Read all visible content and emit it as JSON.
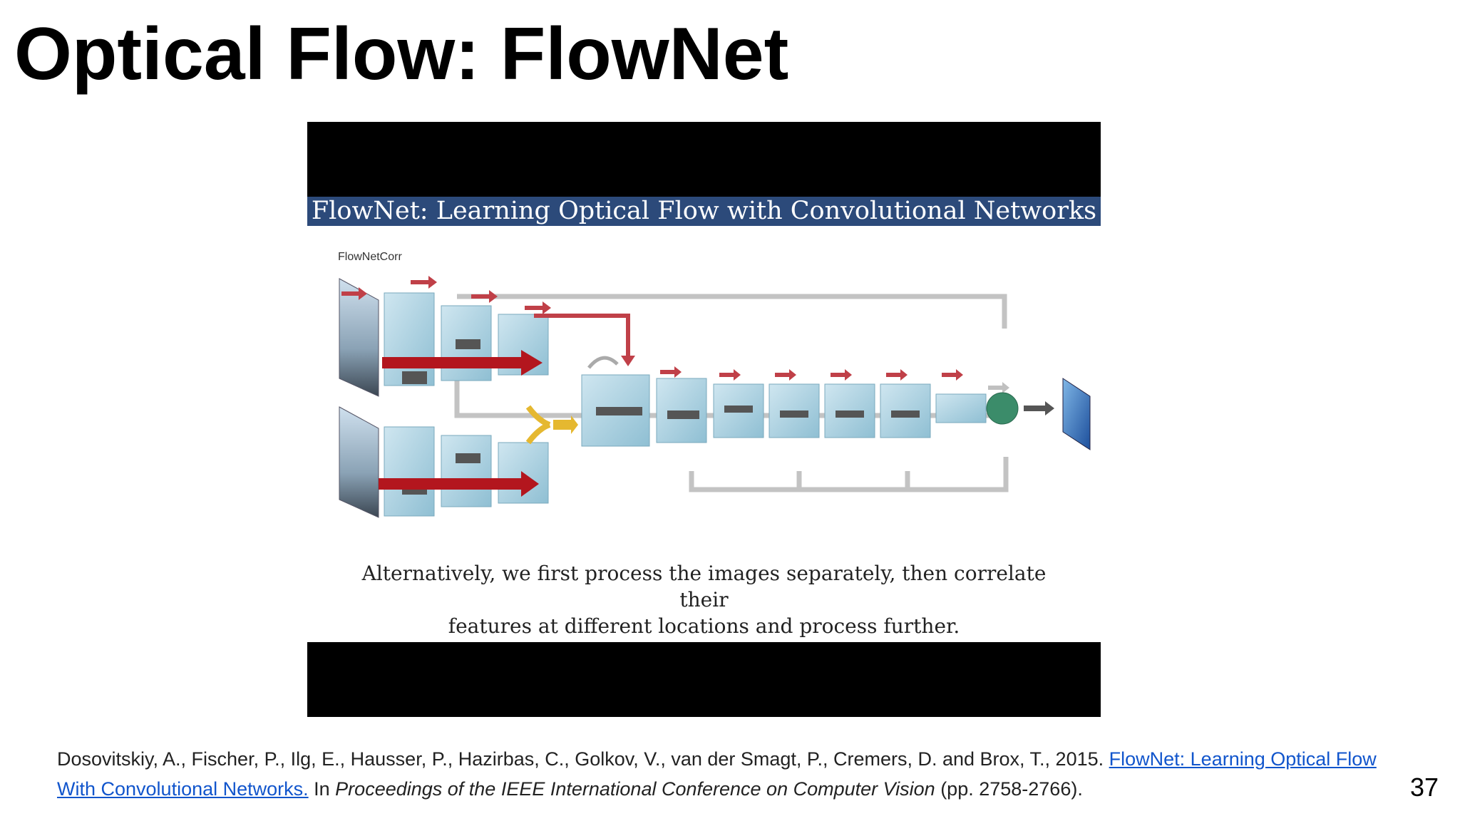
{
  "slide": {
    "title": "Optical Flow: FlowNet",
    "page_number": "37"
  },
  "video": {
    "banner_title": "FlowNet: Learning Optical Flow with Convolutional Networks",
    "diagram_label": "FlowNetCorr",
    "caption_line1": "Alternatively, we first process the images separately, then correlate their",
    "caption_line2": "features at different locations and process further."
  },
  "reference": {
    "authors": "Dosovitskiy, A., Fischer, P., Ilg, E., Hausser, P., Hazirbas, C., Golkov, V., van der Smagt, P., Cremers, D. and Brox, T., 2015. ",
    "link_text": "FlowNet: Learning Optical Flow With Convolutional Networks.",
    "in_text": " In ",
    "venue": "Proceedings of the IEEE International Conference on Computer Vision",
    "pages": " (pp. 2758-2766)."
  },
  "colors": {
    "banner": "#2c4a7a",
    "link": "#1155cc",
    "arrow_red": "#b3161e",
    "block_blue": "#a9cfe0"
  }
}
